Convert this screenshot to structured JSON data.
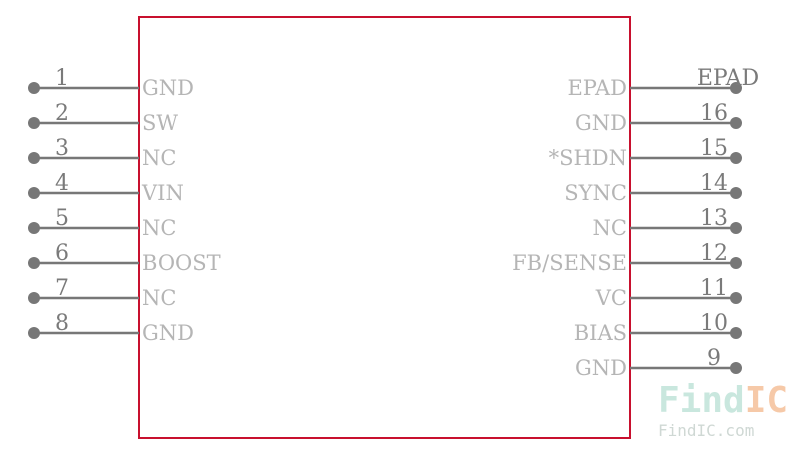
{
  "component": {
    "body_color": "#c8102e",
    "pin_color": "#777777",
    "name_color": "#b5b5b5",
    "number_color": "#7a7a7a"
  },
  "left_pins": [
    {
      "number": "1",
      "name": "GND"
    },
    {
      "number": "2",
      "name": "SW"
    },
    {
      "number": "3",
      "name": "NC"
    },
    {
      "number": "4",
      "name": "VIN"
    },
    {
      "number": "5",
      "name": "NC"
    },
    {
      "number": "6",
      "name": "BOOST"
    },
    {
      "number": "7",
      "name": "NC"
    },
    {
      "number": "8",
      "name": "GND"
    }
  ],
  "right_pins": [
    {
      "number": "EPAD",
      "name": "EPAD"
    },
    {
      "number": "16",
      "name": "GND"
    },
    {
      "number": "15",
      "name": "*SHDN"
    },
    {
      "number": "14",
      "name": "SYNC"
    },
    {
      "number": "13",
      "name": "NC"
    },
    {
      "number": "12",
      "name": "FB/SENSE"
    },
    {
      "number": "11",
      "name": "VC"
    },
    {
      "number": "10",
      "name": "BIAS"
    },
    {
      "number": "9",
      "name": "GND"
    }
  ],
  "watermark": {
    "logo_part1": "Find",
    "logo_part2": "IC",
    "url": "FindIC.com",
    "color1": "#c9e7de",
    "color2": "#f6c9a8"
  }
}
